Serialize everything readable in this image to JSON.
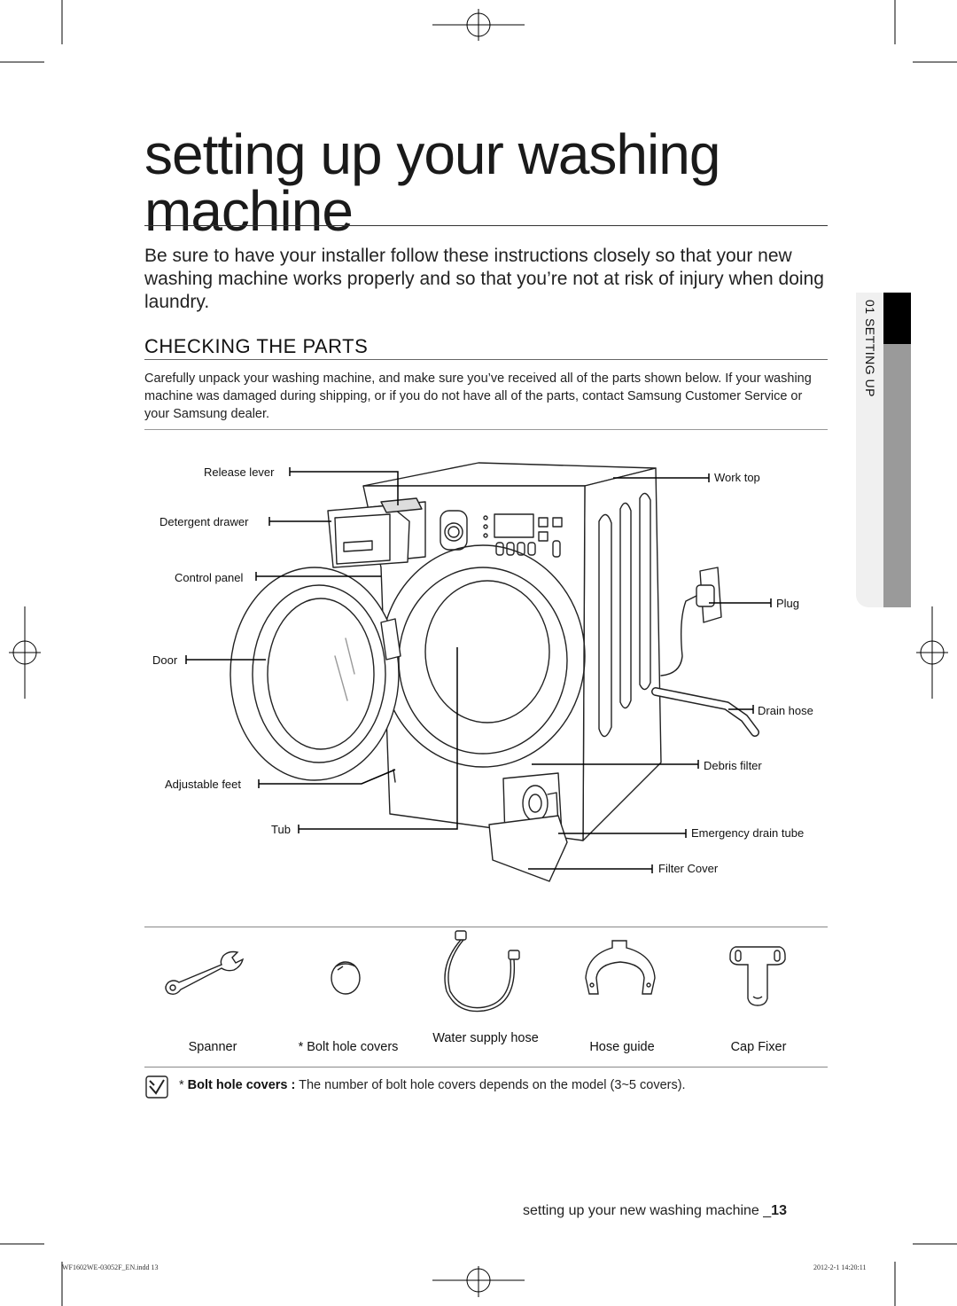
{
  "page": {
    "title": "setting up your washing machine",
    "intro": "Be sure to have your installer follow these instructions closely so that your new washing machine works properly and so that you’re not at risk of injury when doing laundry.",
    "section_title": "CHECKING THE PARTS",
    "section_text": "Carefully unpack your washing machine, and make sure you’ve received all of the parts shown below. If your washing machine was damaged during shipping, or if you do not have all of the parts, contact Samsung Customer Service or your Samsung dealer.",
    "side_tab": "01 SETTING UP"
  },
  "diagram": {
    "labels_left": [
      "Release lever",
      "Detergent drawer",
      "Control panel",
      "Door",
      "Adjustable feet",
      "Tub"
    ],
    "labels_right": [
      "Work top",
      "Plug",
      "Drain hose",
      "Debris filter",
      "Emergency drain tube",
      "Filter Cover"
    ]
  },
  "parts": [
    {
      "name": "Spanner",
      "icon": "spanner-icon"
    },
    {
      "name": "* Bolt hole covers",
      "icon": "bolt-hole-cover-icon"
    },
    {
      "name": "Water supply hose",
      "icon": "water-supply-hose-icon"
    },
    {
      "name": "Hose guide",
      "icon": "hose-guide-icon"
    },
    {
      "name": "Cap Fixer",
      "icon": "cap-fixer-icon"
    }
  ],
  "note": {
    "bold": "Bolt hole covers :",
    "prefix": "* ",
    "text": " The number of bolt hole covers depends on the model (3~5 covers)."
  },
  "footer": {
    "text": "setting up your new washing machine _",
    "page_number": "13"
  },
  "print_info": {
    "file": "WF1602WE-03052F_EN.indd   13",
    "date": "2012-2-1   14:20:11"
  }
}
